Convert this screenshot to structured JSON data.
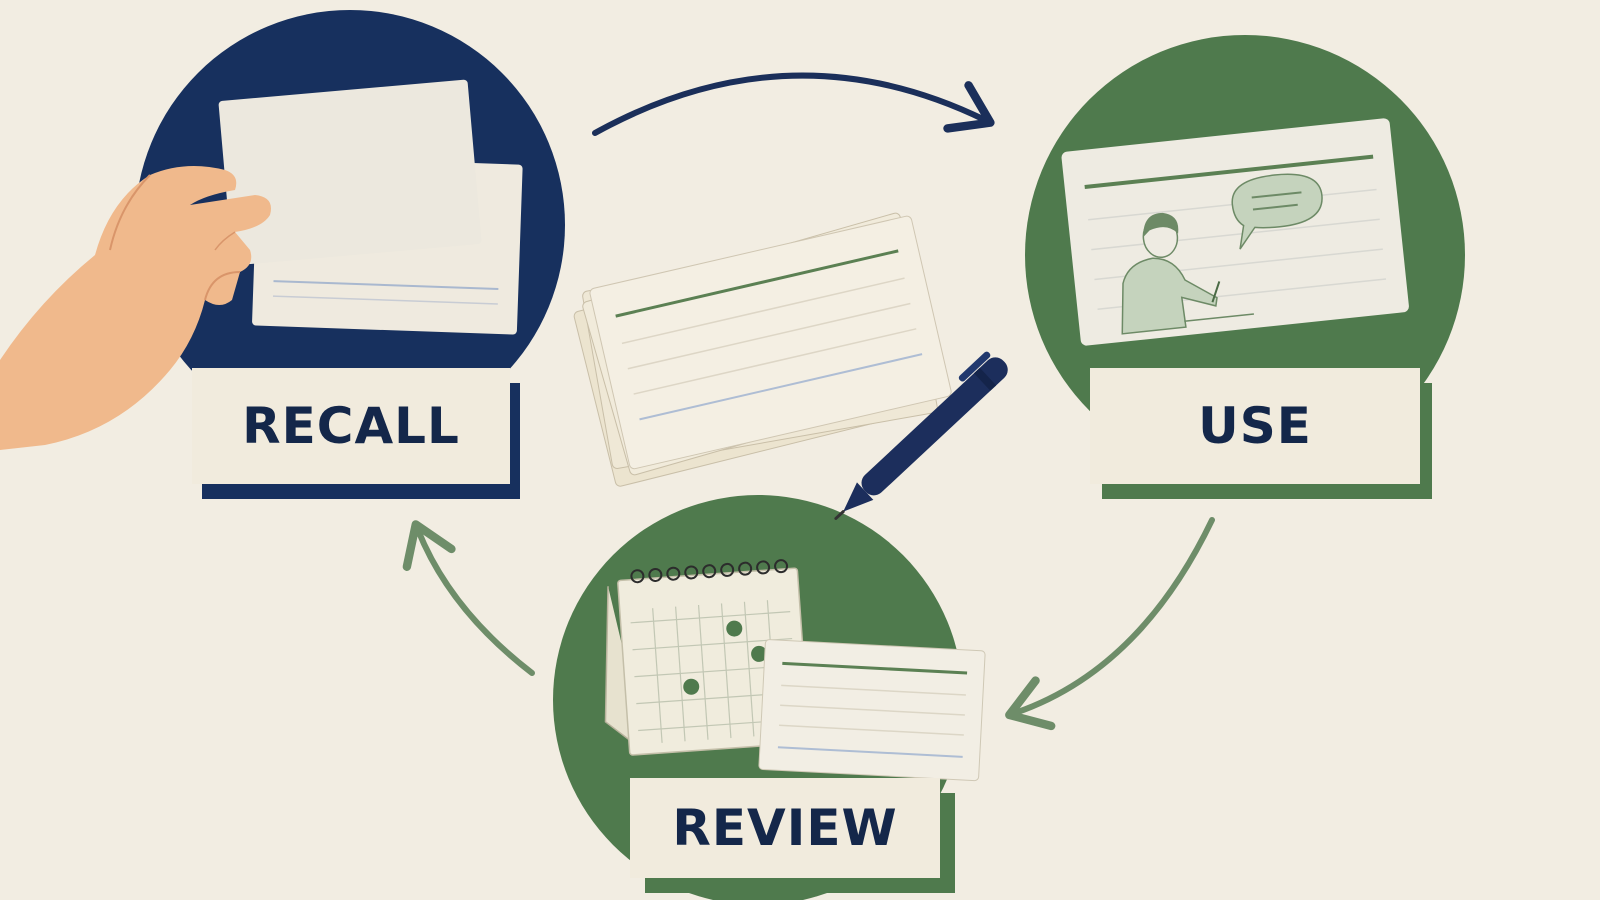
{
  "labels": {
    "recall": "RECALL",
    "use": "USE",
    "review": "REVIEW"
  },
  "colors": {
    "background": "#f2ede2",
    "navy": "#17305e",
    "green": "#4f7a4d",
    "paper": "#f1ebdd",
    "text": "#14274a"
  },
  "icons": [
    "hand-icon",
    "index-card-icon",
    "card-stack-icon",
    "pen-icon",
    "person-writing-icon",
    "speech-bubble-icon",
    "calendar-icon",
    "cycle-arrow-icon"
  ]
}
